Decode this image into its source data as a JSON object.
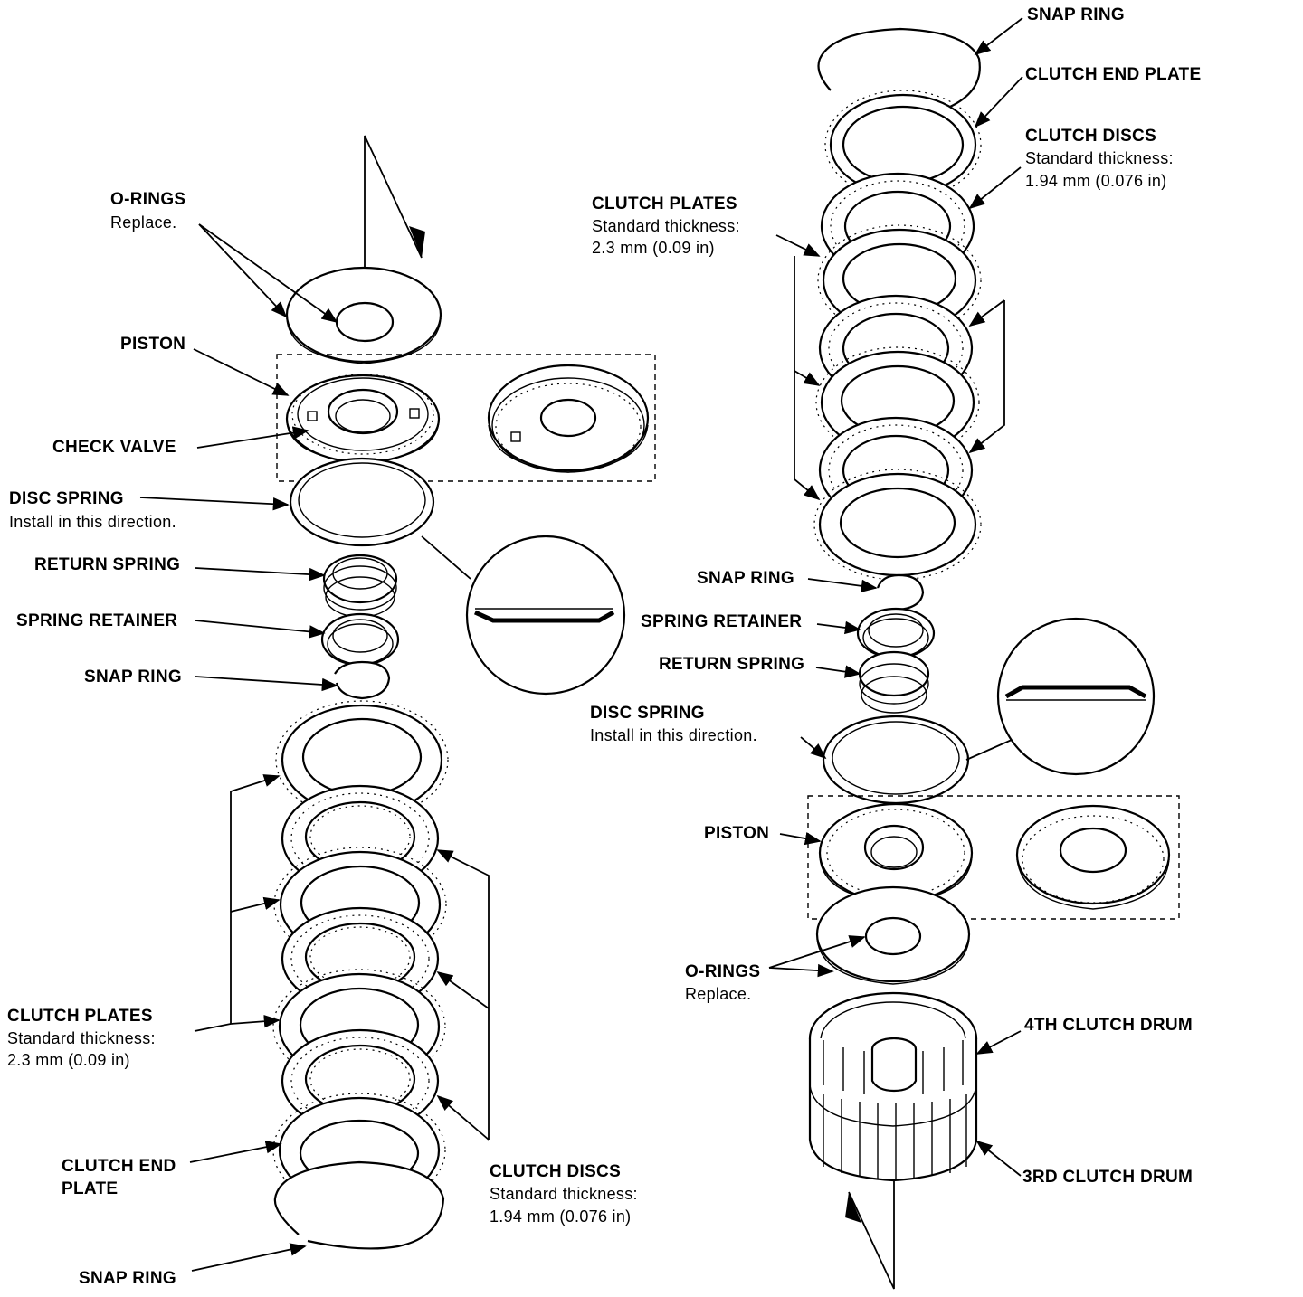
{
  "left_assembly": {
    "o_rings": {
      "title": "O-RINGS",
      "note": "Replace."
    },
    "piston": {
      "title": "PISTON"
    },
    "check_valve": {
      "title": "CHECK VALVE"
    },
    "disc_spring": {
      "title": "DISC SPRING",
      "note": "Install in this direction."
    },
    "return_spring": {
      "title": "RETURN SPRING"
    },
    "spring_retainer": {
      "title": "SPRING RETAINER"
    },
    "snap_ring_small": {
      "title": "SNAP RING"
    },
    "clutch_plates": {
      "title": "CLUTCH PLATES",
      "note1": "Standard thickness:",
      "note2": "2.3 mm (0.09 in)"
    },
    "clutch_end_plate": {
      "title1": "CLUTCH END",
      "title2": "PLATE"
    },
    "clutch_discs": {
      "title": "CLUTCH DISCS",
      "note1": "Standard thickness:",
      "note2": "1.94 mm (0.076 in)"
    },
    "snap_ring_large": {
      "title": "SNAP RING"
    }
  },
  "right_assembly": {
    "snap_ring_large": {
      "title": "SNAP RING"
    },
    "clutch_end_plate": {
      "title": "CLUTCH END PLATE"
    },
    "clutch_discs": {
      "title": "CLUTCH DISCS",
      "note1": "Standard thickness:",
      "note2": "1.94 mm (0.076 in)"
    },
    "clutch_plates": {
      "title": "CLUTCH PLATES",
      "note1": "Standard thickness:",
      "note2": "2.3 mm (0.09 in)"
    },
    "snap_ring_small": {
      "title": "SNAP RING"
    },
    "spring_retainer": {
      "title": "SPRING RETAINER"
    },
    "return_spring": {
      "title": "RETURN SPRING"
    },
    "disc_spring": {
      "title": "DISC SPRING",
      "note": "Install in this direction."
    },
    "piston": {
      "title": "PISTON"
    },
    "o_rings": {
      "title": "O-RINGS",
      "note": "Replace."
    },
    "fourth_clutch_drum": {
      "title": "4TH CLUTCH DRUM"
    },
    "third_clutch_drum": {
      "title": "3RD CLUTCH DRUM"
    }
  }
}
